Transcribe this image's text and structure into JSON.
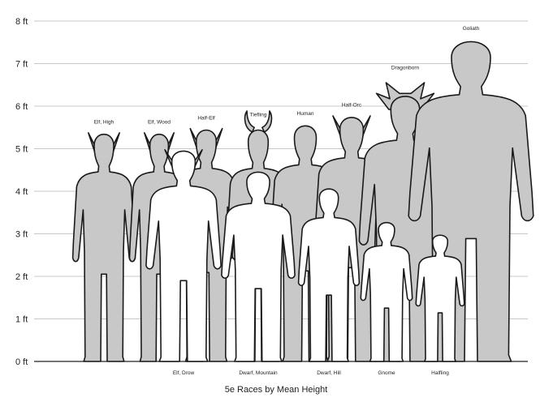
{
  "chart_data": {
    "type": "bar",
    "title": "5e Races by Mean Height",
    "xlabel": "",
    "ylabel": "",
    "ylim": [
      0,
      8
    ],
    "y_tick_labels": [
      "0 ft",
      "1 ft",
      "2 ft",
      "3 ft",
      "4 ft",
      "5 ft",
      "6 ft",
      "7 ft",
      "8 ft"
    ],
    "grid": true,
    "colors": {
      "back_row": "#c8c8c8",
      "front_row": "#ffffff",
      "outline": "#1a1a1a",
      "grid": "#c8c8c8"
    },
    "back_row": [
      {
        "name": "Elf, High",
        "height_ft": 5.4
      },
      {
        "name": "Elf, Wood",
        "height_ft": 5.4
      },
      {
        "name": "Half-Elf",
        "height_ft": 5.5
      },
      {
        "name": "Tiefling",
        "height_ft": 5.5
      },
      {
        "name": "Human",
        "height_ft": 5.6
      },
      {
        "name": "Half-Orc",
        "height_ft": 5.8
      },
      {
        "name": "Dragonborn",
        "height_ft": 6.3
      },
      {
        "name": "Goliath",
        "height_ft": 7.6
      }
    ],
    "front_row": [
      {
        "name": "Elf, Drow",
        "height_ft": 5.0
      },
      {
        "name": "Dwarf, Mountain",
        "height_ft": 4.5
      },
      {
        "name": "Dwarf, Hill",
        "height_ft": 4.1
      },
      {
        "name": "Gnome",
        "height_ft": 3.3
      },
      {
        "name": "Halfling",
        "height_ft": 3.0
      }
    ]
  }
}
